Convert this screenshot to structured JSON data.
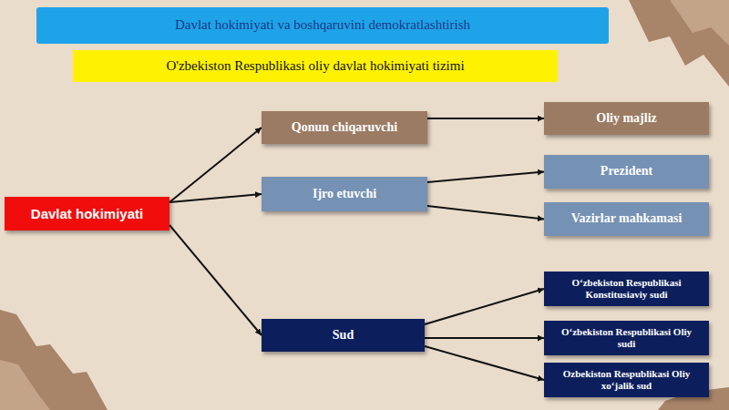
{
  "diagram": {
    "title": "Davlat hokimiyati va boshqaruvini demokratlashtirish",
    "nodes": [
      {
        "text": [
          "Davlat hokimiyati"
        ]
      },
      {
        "text": [
          "Qonun chiqaruvchi"
        ]
      },
      {
        "text": [
          "Oliy majliz"
        ]
      },
      {
        "text": [
          "Ijro etuvchi"
        ]
      },
      {
        "text": [
          "Prezident"
        ]
      },
      {
        "text": [
          "Vazirlar mahkamasi"
        ]
      },
      {
        "text": [
          "Sud"
        ]
      },
      {
        "text": [
          "O‘zbekiston Respublikasi Konstitusiaviy sudi"
        ]
      },
      {
        "text": [
          "O‘zbekiston Respublikasi Oliy sudi"
        ]
      },
      {
        "text": [
          "Ozbekiston Respublikasi Oliy xo‘jalik sud"
        ]
      }
    ],
    "edges": [
      {
        "from": 0,
        "to": 1,
        "arrow": "to"
      },
      {
        "from": 0,
        "to": 3,
        "arrow": "to"
      },
      {
        "from": 0,
        "to": 6,
        "arrow": "to"
      },
      {
        "from": 1,
        "to": 2,
        "arrow": "to"
      },
      {
        "from": 3,
        "to": 4,
        "arrow": "to"
      },
      {
        "from": 3,
        "to": 5,
        "arrow": "to"
      },
      {
        "from": 6,
        "to": 7,
        "arrow": "to"
      },
      {
        "from": 6,
        "to": 8,
        "arrow": "to"
      },
      {
        "from": 6,
        "to": 9,
        "arrow": "to"
      }
    ],
    "labels": [
      "O'zbekiston Respublikasi oliy davlat hokimiyati tizimi"
    ]
  }
}
